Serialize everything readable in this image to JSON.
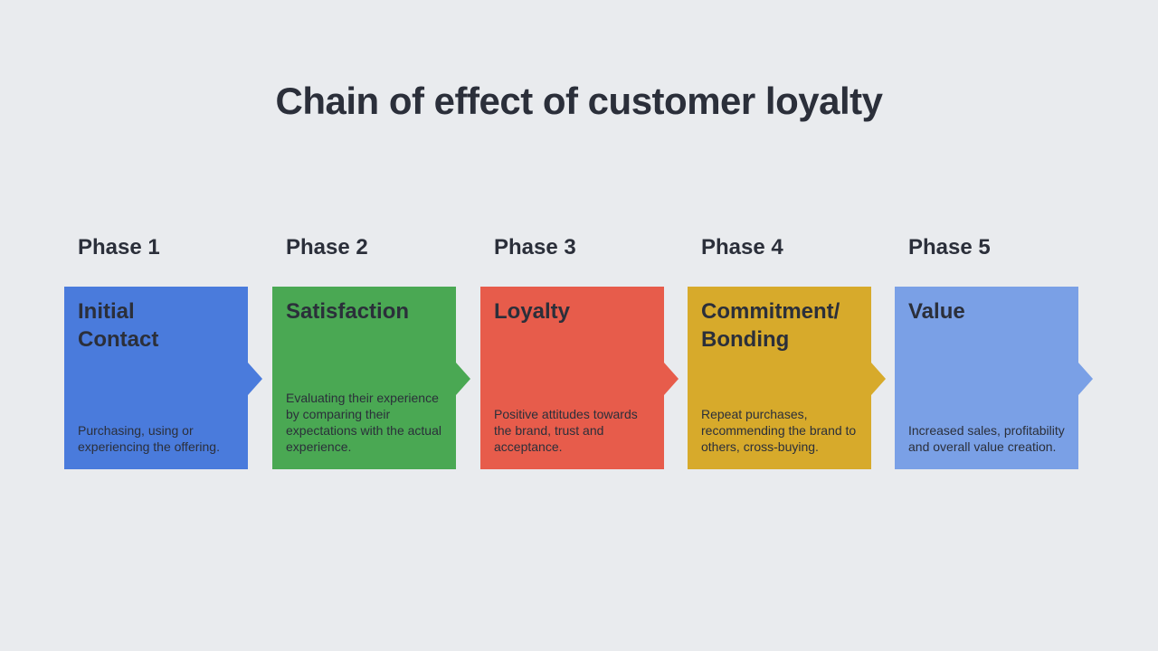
{
  "title": "Chain of effect of customer loyalty",
  "phases": [
    {
      "label": "Phase 1",
      "title_lines": [
        "Initial",
        "Contact"
      ],
      "description": "Purchasing, using or experiencing the offering.",
      "color": "#4a7bdc"
    },
    {
      "label": "Phase 2",
      "title_lines": [
        "Satisfaction"
      ],
      "description": "Evaluating their experience by comparing their expectations with the actual experience.",
      "color": "#4aa853"
    },
    {
      "label": "Phase 3",
      "title_lines": [
        "Loyalty"
      ],
      "description": "Positive attitudes towards the brand, trust and acceptance.",
      "color": "#e75c4b"
    },
    {
      "label": "Phase 4",
      "title_lines": [
        "Commitment/",
        "Bonding"
      ],
      "description": "Repeat purchases, recommending the brand to others, cross-buying.",
      "color": "#d7aa2b"
    },
    {
      "label": "Phase 5",
      "title_lines": [
        "Value"
      ],
      "description": "Increased sales, profitability and overall value creation.",
      "color": "#7aa0e6"
    }
  ]
}
